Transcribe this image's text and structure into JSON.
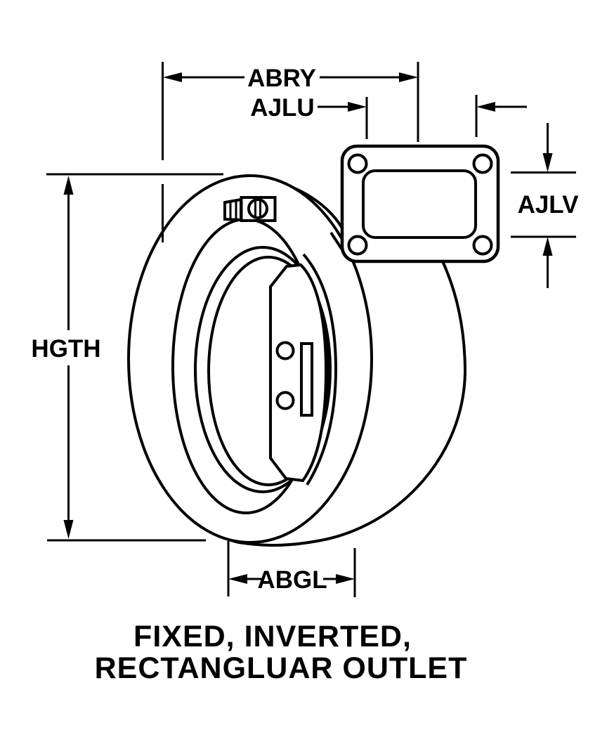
{
  "diagram": {
    "background": "#ffffff",
    "line_color": "#000000",
    "labels": {
      "abry": "ABRY",
      "ajlu": "AJLU",
      "ajlv": "AJLV",
      "hgth": "HGTH",
      "abgl": "ABGL"
    },
    "title": {
      "line1": "FIXED, INVERTED,",
      "line2": "RECTANGLUAR OUTLET"
    }
  }
}
